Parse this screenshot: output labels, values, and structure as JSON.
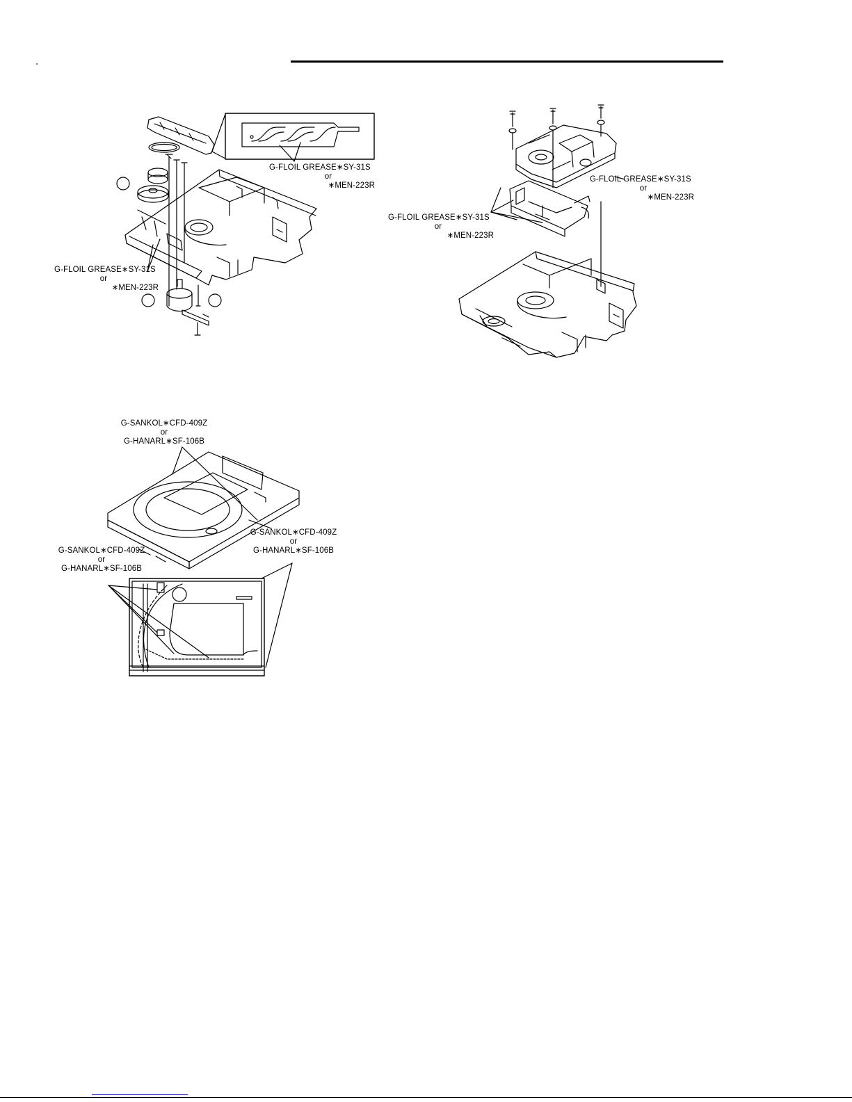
{
  "labels": {
    "fig1_top": {
      "line1": "G-FLOIL GREASE∗SY-31S",
      "line2": "or",
      "line3": "∗MEN-223R"
    },
    "fig1_left": {
      "line1": "G-FLOIL GREASE∗SY-31S",
      "line2": "or",
      "line3": "∗MEN-223R"
    },
    "fig2_right": {
      "line1": "G-FLOIL GREASE∗SY-31S",
      "line2": "or",
      "line3": "∗MEN-223R"
    },
    "fig2_left": {
      "line1": "G-FLOIL GREASE∗SY-31S",
      "line2": "or",
      "line3": "∗MEN-223R"
    },
    "fig3_top": {
      "line1": "G-SANKOL∗CFD-409Z",
      "line2": "or",
      "line3": "G-HANARL∗SF-106B"
    },
    "fig3_right": {
      "line1": "G-SANKOL∗CFD-409Z",
      "line2": "or",
      "line3": "G-HANARL∗SF-106B"
    },
    "fig3_left": {
      "line1": "G-SANKOL∗CFD-409Z",
      "line2": "or",
      "line3": "G-HANARL∗SF-106B"
    }
  },
  "colors": {
    "ink": "#000000",
    "link_underline": "#2222dd"
  }
}
